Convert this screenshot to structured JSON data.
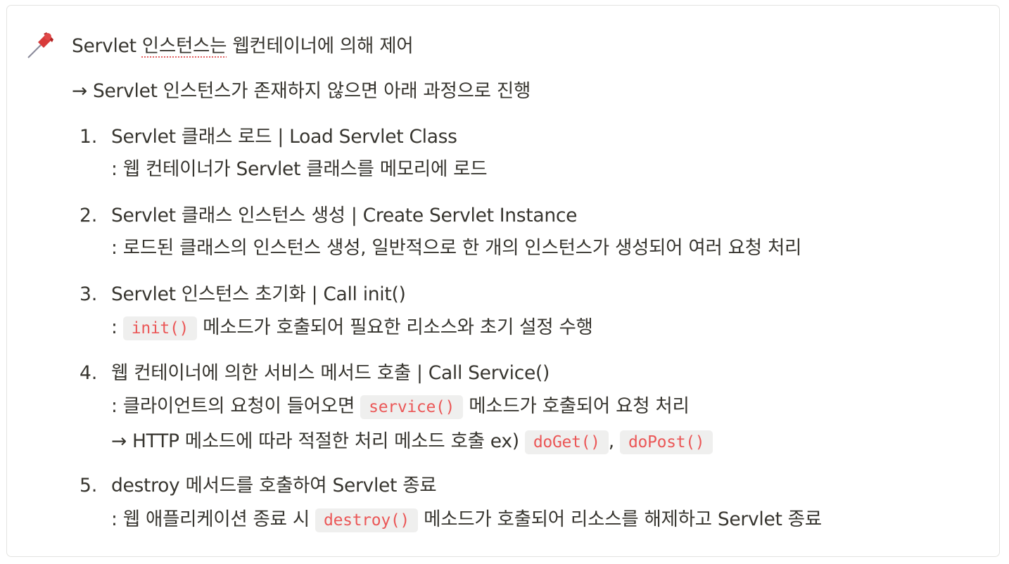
{
  "callout": {
    "icon": "pushpin-icon",
    "title_prefix": "Servlet ",
    "title_squiggle": "인스턴스는",
    "title_suffix": " 웹컨테이너에 의해 제어",
    "subtitle": "→ Servlet 인스턴스가 존재하지 않으면 아래 과정으로 진행"
  },
  "steps": [
    {
      "num": "1.",
      "heading": "Servlet 클래스 로드 | Load Servlet Class",
      "desc": ": 웹 컨테이너가 Servlet 클래스를 메모리에 로드"
    },
    {
      "num": "2.",
      "heading": "Servlet 클래스 인스턴스 생성 | Create Servlet Instance",
      "desc": ": 로드된 클래스의 인스턴스 생성, 일반적으로 한 개의 인스턴스가 생성되어 여러 요청 처리"
    },
    {
      "num": "3.",
      "heading": "Servlet 인스턴스 초기화 | Call init()",
      "desc_pre": ": ",
      "code": "init()",
      "desc_post": " 메소드가 호출되어 필요한 리소스와 초기 설정 수행"
    },
    {
      "num": "4.",
      "heading": "웹 컨테이너에 의한 서비스 메서드 호출 | Call Service()",
      "desc_pre": ": 클라이언트의 요청이 들어오면 ",
      "code": "service()",
      "desc_post": " 메소드가 호출되어 요청 처리",
      "extra_pre": "→ HTTP 메소드에 따라 적절한 처리 메소드 호출 ex) ",
      "code2": "doGet()",
      "sep": ", ",
      "code3": "doPost()"
    },
    {
      "num": "5.",
      "heading": "destroy 메서드를 호출하여 Servlet 종료",
      "desc_pre": ": 웹 애플리케이션 종료 시 ",
      "code": "destroy()",
      "desc_post": " 메소드가 호출되어 리소스를 해제하고 Servlet 종료"
    }
  ]
}
